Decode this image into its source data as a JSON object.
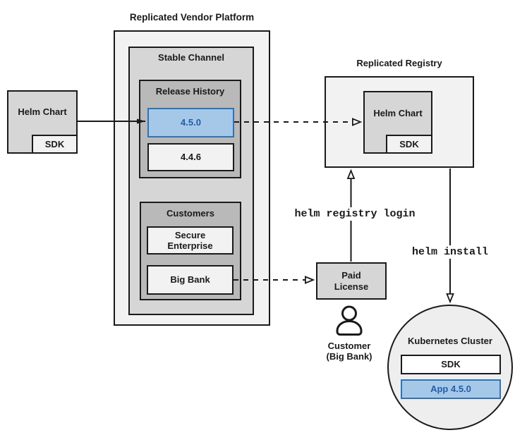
{
  "colors": {
    "blue_fill": "#a6c8e8",
    "blue_border": "#2e74b5",
    "blue_text": "#1f5fa8",
    "panel_light": "#f2f2f2",
    "panel_mid": "#d6d6d6",
    "panel_dark": "#b9b9b9"
  },
  "source_chart": {
    "label": "Helm Chart",
    "sdk": "SDK"
  },
  "vendor_platform": {
    "title": "Replicated Vendor Platform",
    "stable_channel": {
      "title": "Stable Channel",
      "release_history": {
        "title": "Release History",
        "releases": [
          {
            "version": "4.5.0",
            "highlighted": true
          },
          {
            "version": "4.4.6",
            "highlighted": false
          }
        ]
      },
      "customers": {
        "title": "Customers",
        "items": [
          {
            "name": "Secure Enterprise"
          },
          {
            "name": "Big Bank"
          }
        ]
      }
    }
  },
  "registry": {
    "title": "Replicated Registry",
    "helm_chart": {
      "label": "Helm Chart",
      "sdk": "SDK"
    }
  },
  "paid_license": {
    "label": "Paid License"
  },
  "customer": {
    "lines": [
      "Customer",
      "(Big Bank)"
    ]
  },
  "commands": {
    "registry_login": "helm registry login",
    "install": "helm install"
  },
  "cluster": {
    "title": "Kubernetes Cluster",
    "sdk": "SDK",
    "app": "App 4.5.0"
  }
}
